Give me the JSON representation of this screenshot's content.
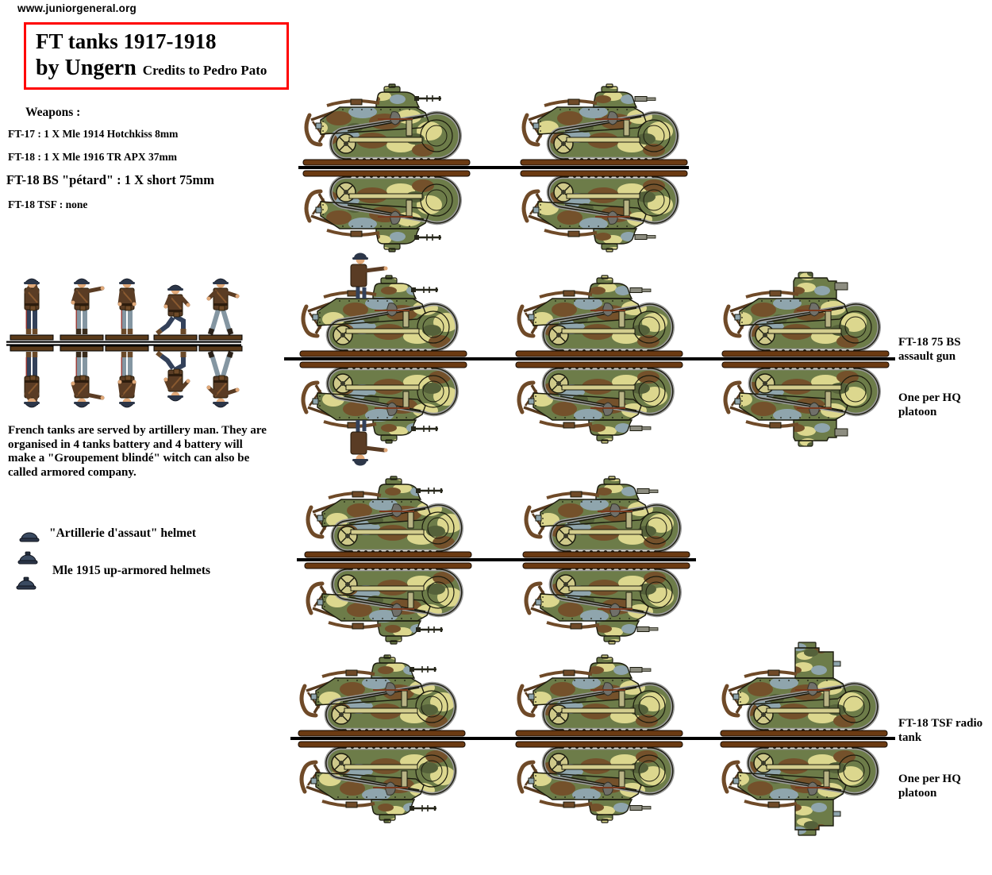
{
  "site_url": "www.juniorgeneral.org",
  "title": {
    "heading": "FT tanks 1917-1918",
    "byline": "by Ungern",
    "credits": "Credits to Pedro Pato"
  },
  "weapons": {
    "heading": "Weapons :",
    "items": [
      "FT-17 : 1 X Mle 1914 Hotchkiss 8mm",
      "FT-18 : 1 X Mle 1916 TR APX 37mm",
      "FT-18 BS \"pétard\" : 1 X short 75mm",
      "FT-18 TSF : none"
    ]
  },
  "infantry_note": "French tanks are served by artillery man. They are organised in 4 tanks battery and 4 battery will make a \"Groupement blindé\" witch can also be called armored company.",
  "helmets": [
    {
      "label": "\"Artillerie d'assaut\" helmet",
      "icon": "assault-helmet-icon",
      "count": 1
    },
    {
      "label": "Mle 1915 up-armored helmets",
      "icon": "mle1915-helmet-icon",
      "count": 2
    }
  ],
  "soldiers": {
    "count": 5,
    "poses": [
      "observing-with-binoculars",
      "pointing",
      "standing",
      "kneeling",
      "marching"
    ]
  },
  "tank_rows": [
    {
      "tanks": [
        "ft17-mg",
        "ft18-37mm"
      ]
    },
    {
      "tanks": [
        "ft17-mg-with-crew",
        "ft18-37mm",
        "ft18-75bs"
      ]
    },
    {
      "tanks": [
        "ft17-mg",
        "ft18-37mm"
      ]
    },
    {
      "tanks": [
        "ft17-mg",
        "ft18-37mm",
        "ft18-tsf"
      ]
    }
  ],
  "annotations": [
    {
      "title": "FT-18 75 BS\nassault gun",
      "note": "One per HQ\nplatoon"
    },
    {
      "title": "FT-18 TSF radio\ntank",
      "note": "One per HQ\nplatoon"
    }
  ],
  "palette": {
    "accent_red": "#ff0000",
    "camo_olive": "#6d7c49",
    "camo_dark_olive": "#55613a",
    "camo_tan": "#dcd78e",
    "camo_brown": "#74512b",
    "camo_blue_grey": "#8fa5ad",
    "track_grey": "#9a9a9a",
    "base_strip_brown": "#6b3a12",
    "fold_line_black": "#000000",
    "uniform_coat_brown": "#5a3c24",
    "trouser_blue_grey": "#8496a2",
    "trouser_navy": "#33415a",
    "helmet_navy": "#2c3648",
    "skin": "#e0a878"
  }
}
